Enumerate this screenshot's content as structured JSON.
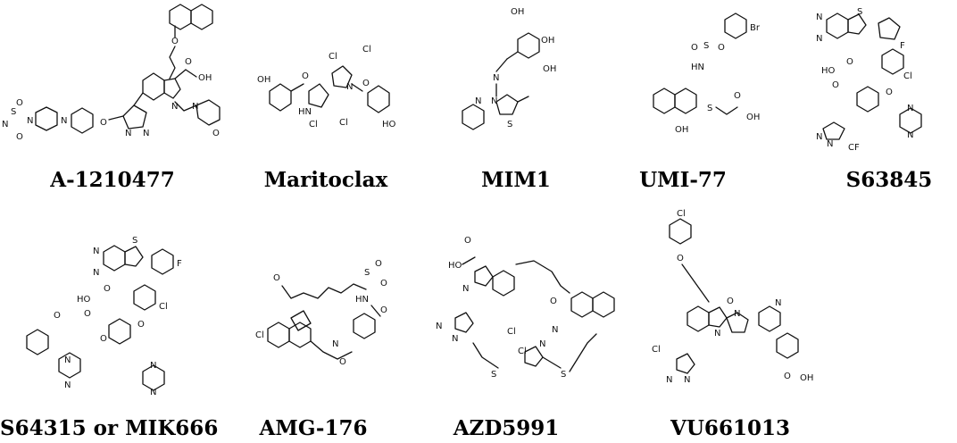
{
  "compounds": [
    {
      "name": "A-1210477"
    },
    {
      "name": "Maritoclax"
    },
    {
      "name": "MIM1"
    },
    {
      "name": "UMI-77"
    },
    {
      "name": "S63845"
    },
    {
      "name": "S64315 or MIK666"
    },
    {
      "name": "AMG-176"
    },
    {
      "name": "AZD5991"
    },
    {
      "name": "VU661013"
    }
  ]
}
